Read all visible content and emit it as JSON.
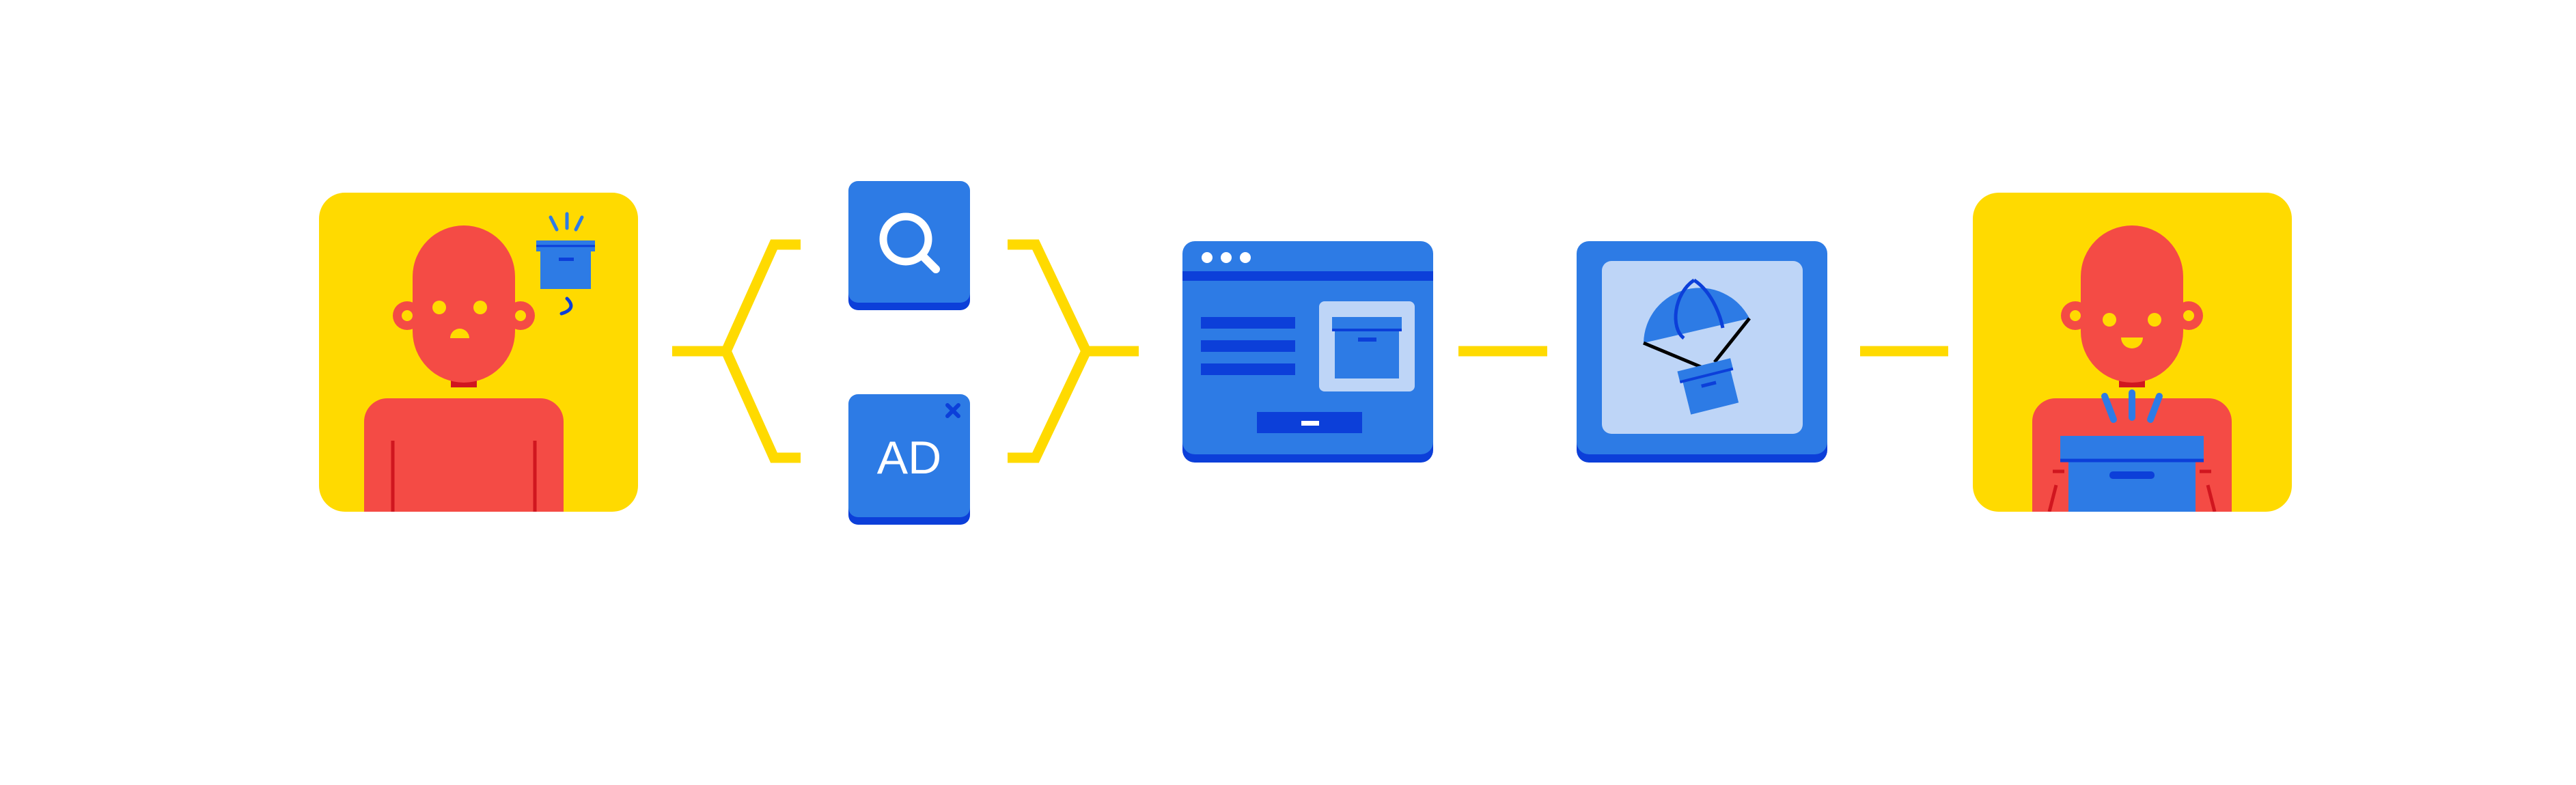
{
  "diagram": {
    "steps": [
      {
        "id": "customer-with-need"
      },
      {
        "id": "search-result"
      },
      {
        "id": "ad"
      },
      {
        "id": "product-page"
      },
      {
        "id": "delivery"
      },
      {
        "id": "happy-customer"
      }
    ],
    "ad_card": {
      "label": "AD"
    },
    "colors": {
      "yellow": "#FFDA00",
      "person_red": "#F44B45",
      "blue": "#2D7BE5",
      "dark_blue": "#0C3FD9",
      "light_blue": "#BED5F7",
      "white": "#FFFFFF"
    },
    "icons": [
      "person-thinking-icon",
      "box-icon",
      "magnifier-icon",
      "close-x-icon",
      "browser-window-icon",
      "parachute-box-icon",
      "person-happy-icon"
    ]
  }
}
